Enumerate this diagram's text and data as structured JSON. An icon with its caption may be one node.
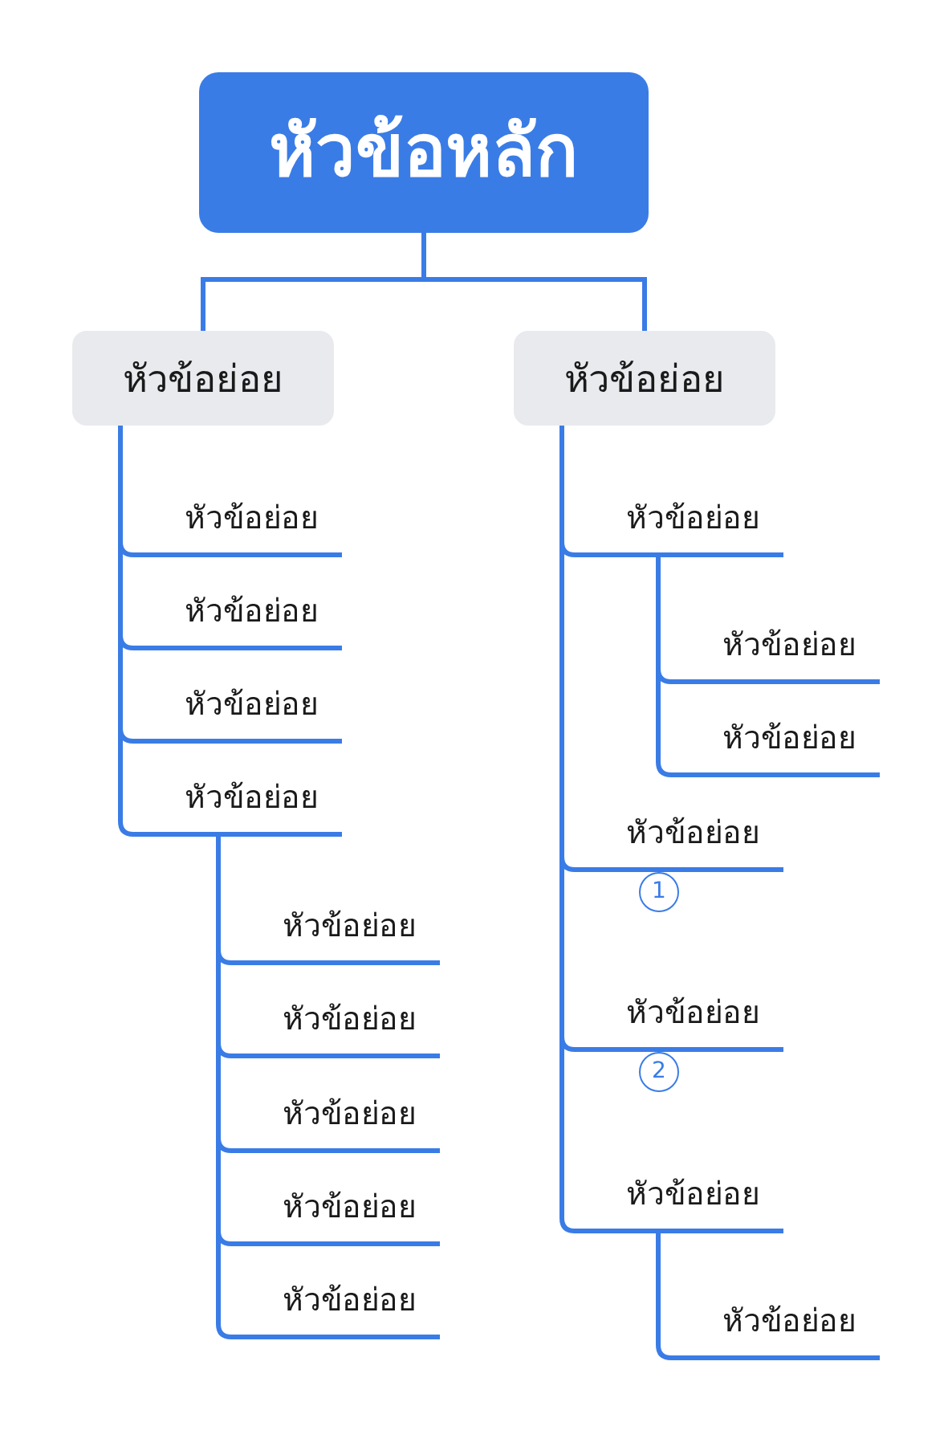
{
  "diagram": {
    "nodes": [
      {
        "text": [
          "หัวข้อหลัก"
        ]
      },
      {
        "text": [
          "หัวข้อย่อย"
        ]
      },
      {
        "text": [
          "หัวข้อย่อย"
        ]
      },
      {
        "text": [
          "หัวข้อย่อย"
        ]
      },
      {
        "text": [
          "หัวข้อย่อย"
        ]
      },
      {
        "text": [
          "หัวข้อย่อย"
        ]
      },
      {
        "text": [
          "หัวข้อย่อย"
        ]
      },
      {
        "text": [
          "หัวข้อย่อย"
        ]
      },
      {
        "text": [
          "หัวข้อย่อย"
        ]
      },
      {
        "text": [
          "หัวข้อย่อย"
        ]
      },
      {
        "text": [
          "หัวข้อย่อย"
        ]
      },
      {
        "text": [
          "หัวข้อย่อย"
        ]
      },
      {
        "text": [
          "หัวข้อย่อย"
        ]
      },
      {
        "text": [
          "หัวข้อย่อย"
        ]
      },
      {
        "text": [
          "หัวข้อย่อย"
        ]
      },
      {
        "text": [
          "หัวข้อย่อย"
        ],
        "beside": [
          "1"
        ]
      },
      {
        "text": [
          "หัวข้อย่อย"
        ],
        "beside": [
          "2"
        ]
      },
      {
        "text": [
          "หัวข้อย่อย"
        ]
      },
      {
        "text": [
          "หัวข้อย่อย"
        ]
      }
    ],
    "edges": [
      {
        "from": 0,
        "to": 1,
        "arrow": "none"
      },
      {
        "from": 0,
        "to": 11,
        "arrow": "none"
      },
      {
        "from": 1,
        "to": 2,
        "arrow": "none"
      },
      {
        "from": 1,
        "to": 3,
        "arrow": "none"
      },
      {
        "from": 1,
        "to": 4,
        "arrow": "none"
      },
      {
        "from": 1,
        "to": 5,
        "arrow": "none"
      },
      {
        "from": 5,
        "to": 6,
        "arrow": "none"
      },
      {
        "from": 5,
        "to": 7,
        "arrow": "none"
      },
      {
        "from": 5,
        "to": 8,
        "arrow": "none"
      },
      {
        "from": 5,
        "to": 9,
        "arrow": "none"
      },
      {
        "from": 5,
        "to": 10,
        "arrow": "none"
      },
      {
        "from": 11,
        "to": 12,
        "arrow": "none"
      },
      {
        "from": 12,
        "to": 13,
        "arrow": "none"
      },
      {
        "from": 12,
        "to": 14,
        "arrow": "none"
      },
      {
        "from": 11,
        "to": 15,
        "arrow": "none"
      },
      {
        "from": 11,
        "to": 16,
        "arrow": "none"
      },
      {
        "from": 11,
        "to": 17,
        "arrow": "none"
      },
      {
        "from": 17,
        "to": 18,
        "arrow": "none"
      }
    ]
  }
}
